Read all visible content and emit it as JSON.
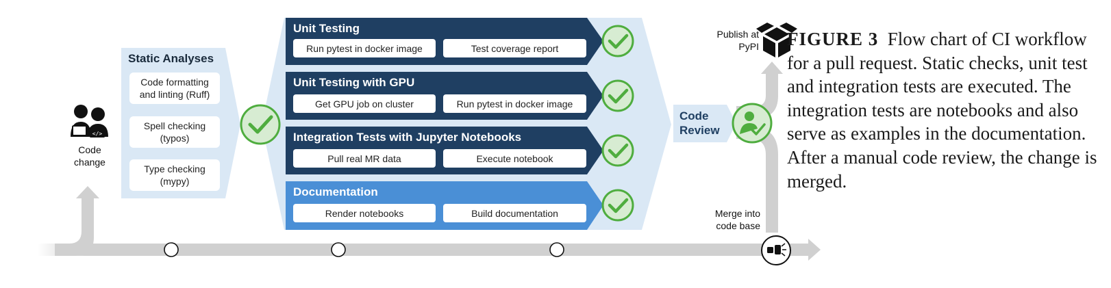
{
  "left": {
    "label_line1": "Code",
    "label_line2": "change"
  },
  "static": {
    "title": "Static Analyses",
    "items": [
      {
        "line1": "Code formatting",
        "line2": "and linting (Ruff)"
      },
      {
        "line1": "Spell checking",
        "line2": "(typos)"
      },
      {
        "line1": "Type checking",
        "line2": "(mypy)"
      }
    ]
  },
  "stages": [
    {
      "title": "Unit Testing",
      "buttons": [
        "Run pytest in docker image",
        "Test coverage report"
      ]
    },
    {
      "title": "Unit Testing with GPU",
      "buttons": [
        "Get GPU job on cluster",
        "Run pytest in docker image"
      ]
    },
    {
      "title": "Integration Tests with Jupyter Notebooks",
      "buttons": [
        "Pull real MR data",
        "Execute notebook"
      ]
    },
    {
      "title": "Documentation",
      "buttons": [
        "Render notebooks",
        "Build documentation"
      ]
    }
  ],
  "review": {
    "line1": "Code",
    "line2": "Review"
  },
  "publish": {
    "line1": "Publish at",
    "line2": "PyPI"
  },
  "merge": {
    "line1": "Merge into",
    "line2": "code base"
  },
  "caption": {
    "label": "FIGURE 3",
    "text": "Flow chart of CI workflow for a pull request. Static checks, unit test and integration tests are executed. The integration tests are notebooks and also serve as examples in the documentation. After a manual code review, the change is merged."
  },
  "colors": {
    "dark_navy": "#1f3f62",
    "doc_blue": "#4a8fd6",
    "light_panel": "#dae8f5",
    "check_green": "#4fad3f",
    "check_fill": "#d7ecd2",
    "track_gray": "#d0d0d0"
  }
}
